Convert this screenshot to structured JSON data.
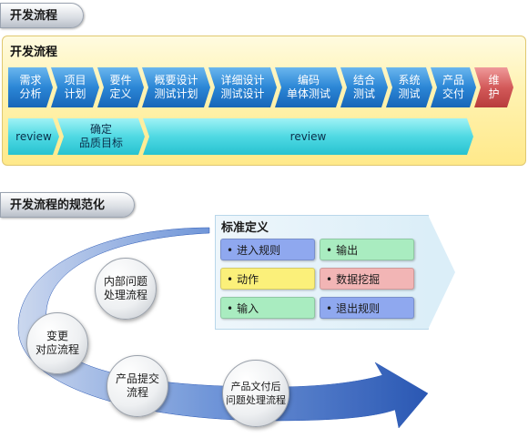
{
  "section1": {
    "title": "开发流程"
  },
  "panel": {
    "title": "开发流程",
    "steps": [
      {
        "label": "需求\n分析",
        "color": "blue"
      },
      {
        "label": "项目\n计划",
        "color": "blue"
      },
      {
        "label": "要件\n定义",
        "color": "blue"
      },
      {
        "label": "概要设计\n测试计划",
        "color": "blue"
      },
      {
        "label": "详细设计\n测试设计",
        "color": "blue"
      },
      {
        "label": "编码\n单体测试",
        "color": "blue"
      },
      {
        "label": "结合\n测试",
        "color": "blue"
      },
      {
        "label": "系统\n测试",
        "color": "blue"
      },
      {
        "label": "产品\n交付",
        "color": "blue"
      },
      {
        "label": "维\n护",
        "color": "red"
      }
    ],
    "bars": [
      {
        "label": "review"
      },
      {
        "label": "确定\n品质目标"
      },
      {
        "label": "review"
      }
    ]
  },
  "section2": {
    "title": "开发流程的规范化"
  },
  "standard": {
    "title": "标准定义",
    "items": [
      {
        "label": "进入规则",
        "color": "#8fa8ef"
      },
      {
        "label": "输出",
        "color": "#a9ecc0"
      },
      {
        "label": "动作",
        "color": "#fbf07a"
      },
      {
        "label": "数据挖掘",
        "color": "#f2b5b5"
      },
      {
        "label": "输入",
        "color": "#a9ecc0"
      },
      {
        "label": "退出规则",
        "color": "#8fa8ef"
      }
    ]
  },
  "processes": [
    {
      "label": "内部问题\n处理流程"
    },
    {
      "label": "变更\n对应流程"
    },
    {
      "label": "产品提交\n流程"
    },
    {
      "label": "产品文付后\n问题处理流程"
    }
  ],
  "colors": {
    "blue": "#2b86d6",
    "red": "#d35a5a",
    "cyan": "#4fd9e3",
    "arrow": "#1f5fb8"
  }
}
